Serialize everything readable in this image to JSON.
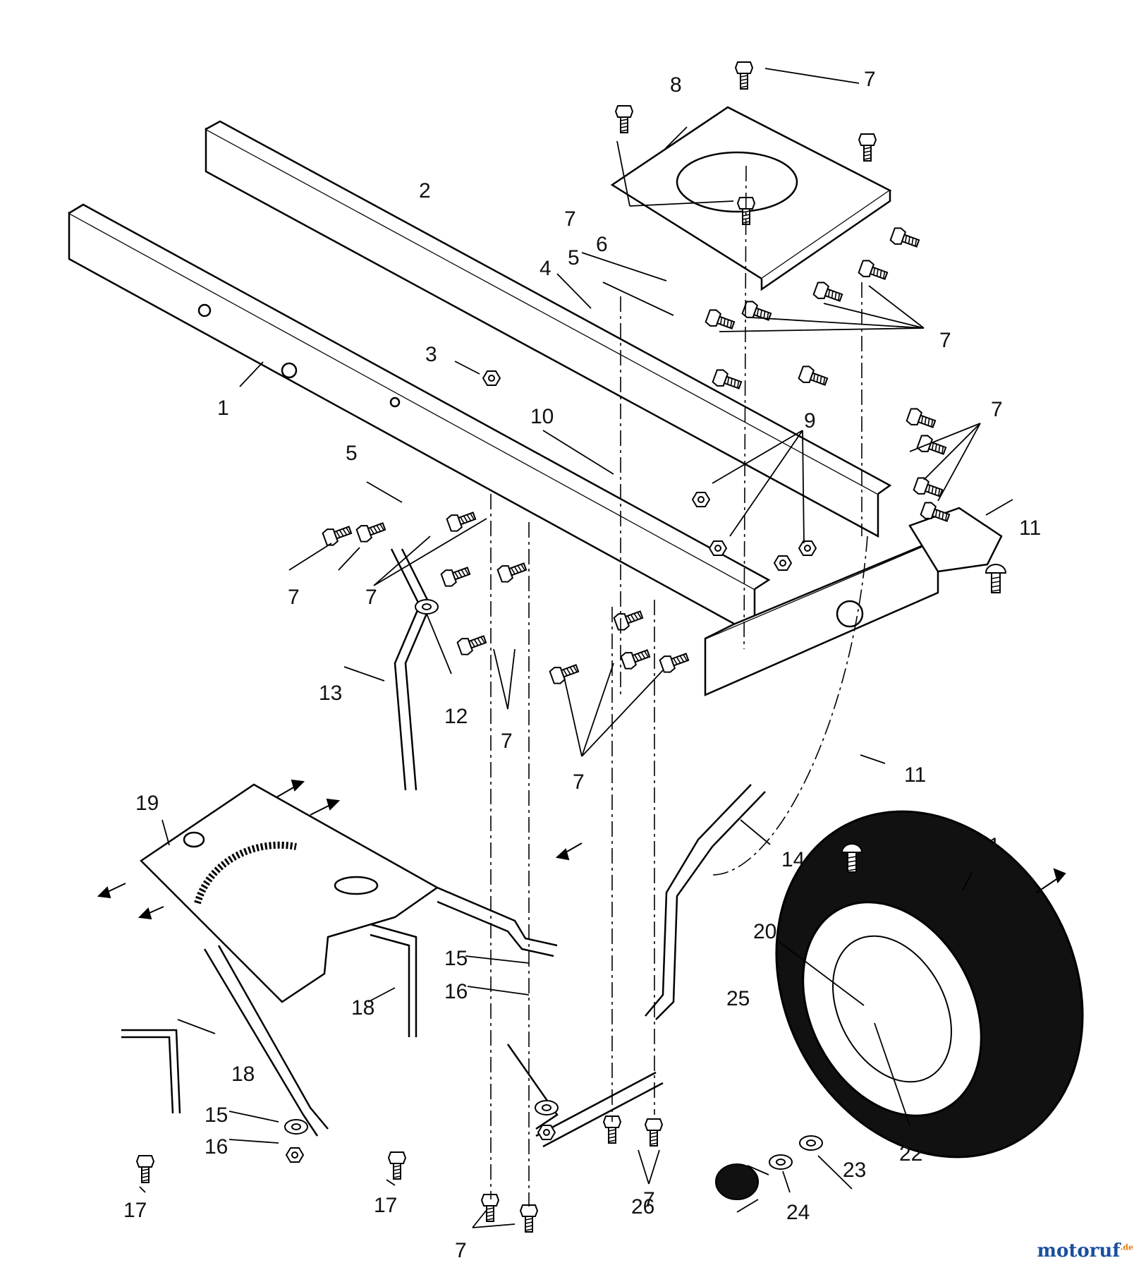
{
  "diagram": {
    "callouts": [
      "1",
      "2",
      "3",
      "4",
      "5",
      "5",
      "6",
      "7",
      "7",
      "7",
      "7",
      "7",
      "7",
      "7",
      "7",
      "7",
      "7",
      "8",
      "9",
      "10",
      "11",
      "11",
      "12",
      "13",
      "14",
      "15",
      "15",
      "16",
      "16",
      "17",
      "17",
      "18",
      "18",
      "19",
      "20",
      "21",
      "22",
      "23",
      "24",
      "25",
      "26"
    ]
  },
  "watermark": {
    "brand": "motoruf",
    "suffix": ".de",
    "color_main": "#1a4fa0",
    "color_accent": "#e07a10"
  }
}
